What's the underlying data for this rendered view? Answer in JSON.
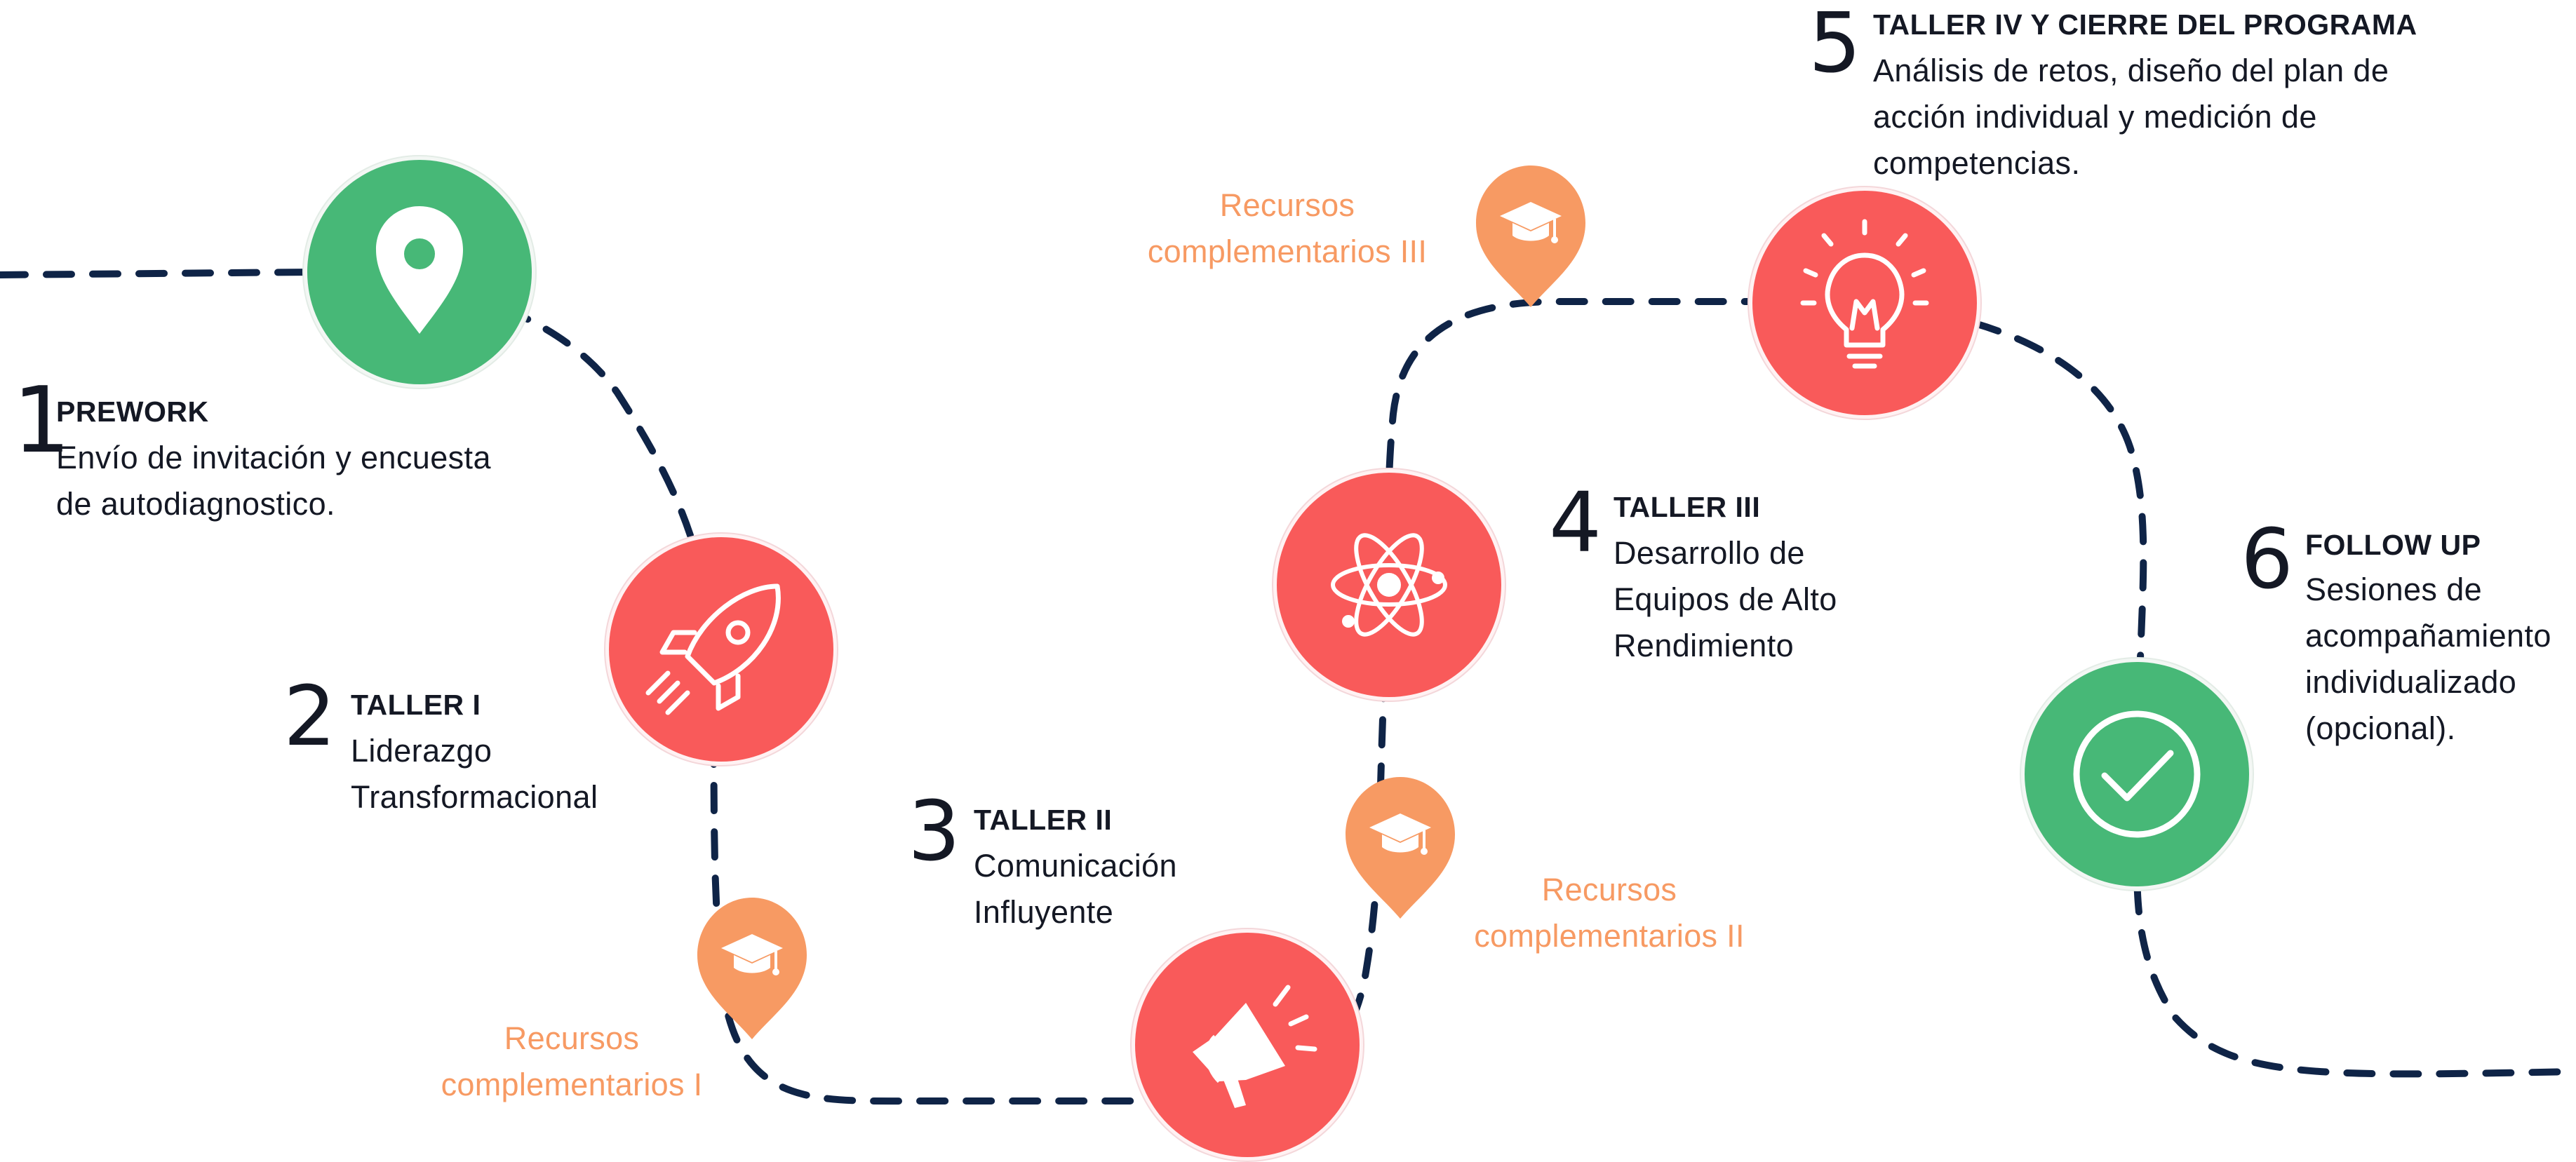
{
  "colors": {
    "path": "#0f2447",
    "green": "#47b877",
    "red": "#f95a5a",
    "orange": "#f79a63",
    "text": "#141824"
  },
  "steps": [
    {
      "number": "1",
      "title": "PREWORK",
      "description": "Envío de invitación y encuesta\nde autodiagnostico.",
      "icon": "map-pin-icon",
      "color": "green"
    },
    {
      "number": "2",
      "title": "TALLER I",
      "description": "Liderazgo\nTransformacional",
      "icon": "rocket-icon",
      "color": "red"
    },
    {
      "number": "3",
      "title": "TALLER II",
      "description": "Comunicación\nInfluyente",
      "icon": "megaphone-icon",
      "color": "red"
    },
    {
      "number": "4",
      "title": "TALLER III",
      "description": "Desarrollo de\nEquipos de Alto\nRendimiento",
      "icon": "atom-icon",
      "color": "red"
    },
    {
      "number": "5",
      "title": "TALLER IV Y CIERRE DEL PROGRAMA",
      "description": "Análisis de retos, diseño del plan de\nacción individual y medición de\ncompetencias.",
      "icon": "lightbulb-icon",
      "color": "red"
    },
    {
      "number": "6",
      "title": "FOLLOW UP",
      "description": "Sesiones de\nacompañamiento\nindividualizado\n(opcional).",
      "icon": "checkmark-icon",
      "color": "green"
    }
  ],
  "resources": [
    {
      "label": "Recursos\ncomplementarios I",
      "icon": "graduation-cap-icon"
    },
    {
      "label": "Recursos\ncomplementarios II",
      "icon": "graduation-cap-icon"
    },
    {
      "label": "Recursos\ncomplementarios III",
      "icon": "graduation-cap-icon"
    }
  ]
}
